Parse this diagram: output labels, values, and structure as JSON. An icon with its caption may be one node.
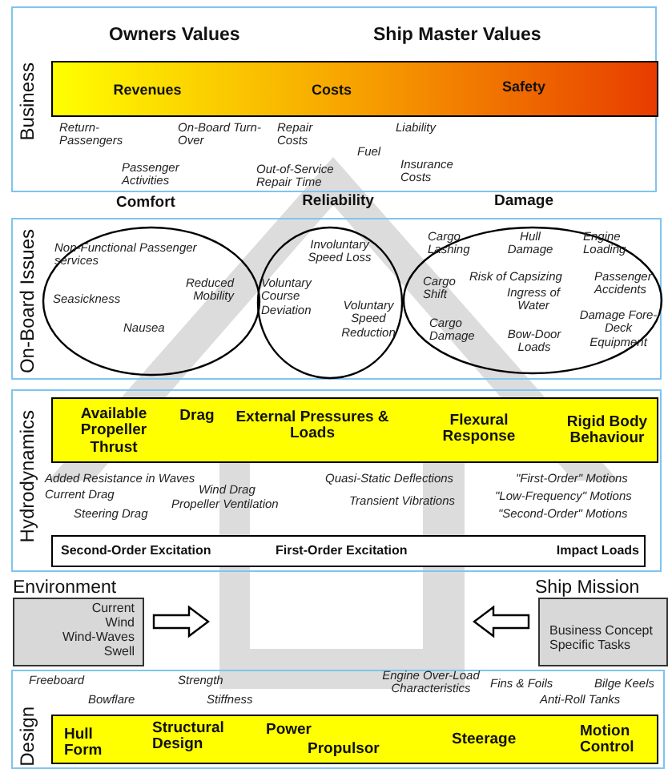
{
  "diagram": {
    "nodes": [
      {
        "text": [
          "Business"
        ]
      },
      {
        "text": [
          "Revenues",
          "Costs",
          "Safety"
        ],
        "in": 0
      },
      {
        "text": [
          "On-Board Issues"
        ]
      },
      {
        "text": [
          "Comfort",
          "Non-Functional Passenger services",
          "Reduced Mobility",
          "Seasickness",
          "Nausea"
        ],
        "in": 2
      },
      {
        "text": [
          "Reliability",
          "Involuntary Speed Loss",
          "Voluntary Course Deviation",
          "Voluntary Speed Reduction"
        ],
        "in": 2
      },
      {
        "text": [
          "Damage",
          "Cargo Lashing",
          "Hull Damage",
          "Engine Loading",
          "Cargo Shift",
          "Risk of Capsizing",
          "Passenger Accidents",
          "Ingress of Water",
          "Damage Fore-Deck Equipment",
          "Cargo Damage",
          "Bow-Door Loads"
        ],
        "in": 2
      },
      {
        "text": [
          "Hydrodynamics"
        ]
      },
      {
        "text": [
          "Available Propeller Thrust",
          "Drag",
          "External Pressures & Loads",
          "Flexural Response",
          "Rigid Body Behaviour"
        ],
        "in": 6
      },
      {
        "text": [
          "Second-Order Excitation",
          "First-Order Excitation",
          "Impact Loads"
        ],
        "in": 6
      },
      {
        "text": [
          "Environment",
          "Current",
          "Wind",
          "Wind-Waves",
          "Swell"
        ]
      },
      {
        "text": [
          "Ship Mission",
          "Business Concept",
          "Specific Tasks"
        ]
      },
      {
        "text": [
          "Design"
        ]
      },
      {
        "text": [
          "Hull Form",
          "Structural Design",
          "Power",
          "Propulsor",
          "Steerage",
          "Motion Control"
        ],
        "in": 11
      }
    ],
    "edges": [
      {
        "from": 9,
        "to": null,
        "arrow": "to"
      },
      {
        "from": 10,
        "to": null,
        "arrow": "to"
      }
    ],
    "labels": [
      "Owners Values",
      "Ship Master Values",
      "Return-Passengers",
      "On-Board Turn-Over",
      "Repair Costs",
      "Liability",
      "Fuel",
      "Passenger Activities",
      "Out-of-Service Repair Time",
      "Insurance Costs",
      "Added Resistance in Waves",
      "Wind Drag",
      "Current Drag",
      "Propeller Ventilation",
      "Steering Drag",
      "Quasi-Static Deflections",
      "Transient Vibrations",
      "\"First-Order\" Motions",
      "\"Low-Frequency\" Motions",
      "\"Second-Order\" Motions",
      "Freeboard",
      "Strength",
      "Engine Over-Load Characteristics",
      "Fins & Foils",
      "Bilge Keels",
      "Bowflare",
      "Stiffness",
      "Anti-Roll Tanks"
    ]
  }
}
